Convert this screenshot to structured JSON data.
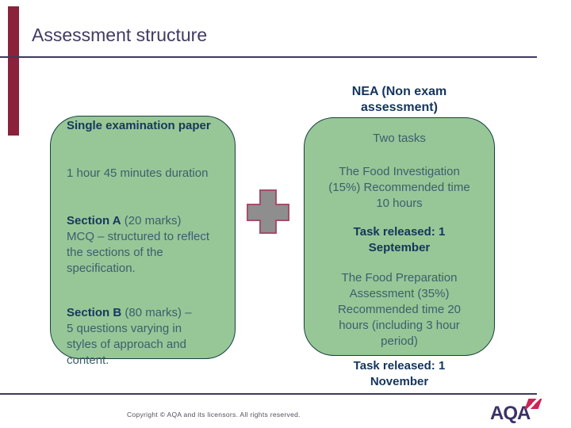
{
  "slide": {
    "title": "Assessment structure",
    "footer": "Copyright © AQA and its licensors. All rights reserved.",
    "logo_text": "AQA"
  },
  "left_box": {
    "heading": "Single examination paper",
    "duration": "1 hour 45 minutes duration",
    "section_a_lead": "Section A",
    "section_a_rest": " (20 marks)\nMCQ – structured to reflect\nthe sections of the\nspecification.",
    "section_b_lead": "Section B",
    "section_b_rest": " (80 marks) –\n5 questions varying in\nstyles of approach and\ncontent."
  },
  "right_column": {
    "heading": "NEA (Non exam\nassessment)",
    "two_tasks": "Two tasks",
    "investigation": "The Food Investigation\n(15%) Recommended time\n10 hours",
    "released_september": "Task released: 1\nSeptember",
    "preparation": "The Food Preparation\nAssessment (35%)\nRecommended time 20\nhours (including 3 hour\nperiod)",
    "released_november": "Task released: 1\nNovember"
  },
  "colors": {
    "accent_claret": "#8a2339",
    "box_green": "#97c797",
    "box_border": "#16403f",
    "heading_navy": "#14355c",
    "body_teal": "#3c5f6d",
    "title_indigo": "#413a63",
    "rule": "#3d3a5c",
    "plus_fill": "#8e8e8e",
    "plus_border": "#a34f68",
    "logo_indigo": "#3a3268",
    "logo_crimson": "#ce2456"
  }
}
